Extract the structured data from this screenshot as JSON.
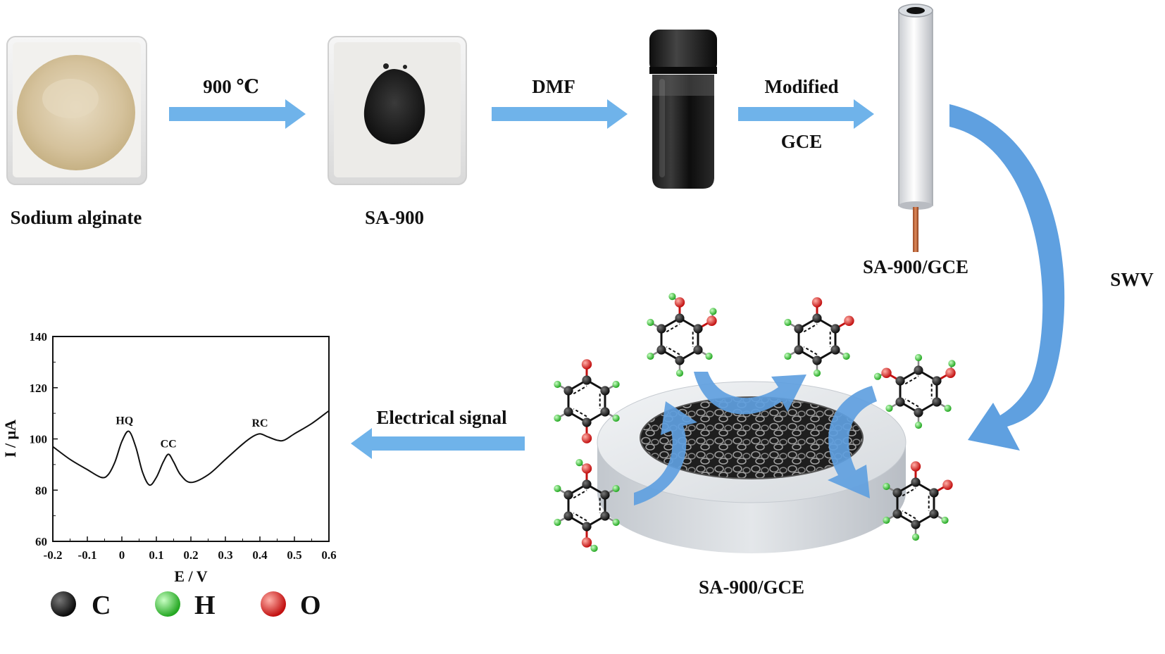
{
  "colors": {
    "arrow": "#6fb3ea",
    "arrow_dark": "#4f93d6",
    "carbon": "#111111",
    "hydrogen": "#3fd63a",
    "oxygen": "#e02020",
    "frame": "#d2d2d2",
    "ring_top": "#e9ecef",
    "ring_side": "#c8cdd3"
  },
  "steps": {
    "sodium_alginate": "Sodium alginate",
    "heat": "900 ℃",
    "sa900": "SA-900",
    "dmf": "DMF",
    "modified": "Modified",
    "gce": "GCE",
    "electrode": "SA-900/GCE",
    "swv": "SWV",
    "device": "SA-900/GCE",
    "signal": "Electrical signal"
  },
  "legend": [
    {
      "label": "C",
      "color": "#111111"
    },
    {
      "label": "H",
      "color": "#3fd63a"
    },
    {
      "label": "O",
      "color": "#e02020"
    }
  ],
  "chart_data": {
    "type": "line",
    "xlabel": "E / V",
    "ylabel": "I / μA",
    "xlim": [
      -0.2,
      0.6
    ],
    "ylim": [
      60,
      140
    ],
    "xticks": [
      -0.2,
      -0.1,
      0,
      0.1,
      0.2,
      0.3,
      0.4,
      0.5,
      0.6
    ],
    "yticks": [
      60,
      80,
      100,
      120,
      140
    ],
    "grid": false,
    "series": [
      {
        "x": [
          -0.2,
          -0.15,
          -0.1,
          -0.06,
          -0.04,
          -0.02,
          0.0,
          0.02,
          0.04,
          0.06,
          0.08,
          0.1,
          0.12,
          0.135,
          0.15,
          0.17,
          0.2,
          0.25,
          0.3,
          0.35,
          0.38,
          0.4,
          0.42,
          0.45,
          0.47,
          0.5,
          0.55,
          0.6
        ],
        "y": [
          97,
          92,
          88,
          85,
          86,
          91,
          99,
          103,
          97,
          87,
          82,
          85,
          91,
          94,
          91,
          86,
          83,
          86,
          92,
          98,
          101,
          102,
          101,
          99.5,
          99.5,
          102,
          106,
          111
        ]
      }
    ],
    "annotations": [
      {
        "text": "HQ",
        "x": 0.02,
        "y": 103
      },
      {
        "text": "CC",
        "x": 0.135,
        "y": 94
      },
      {
        "text": "RC",
        "x": 0.4,
        "y": 102
      }
    ]
  }
}
